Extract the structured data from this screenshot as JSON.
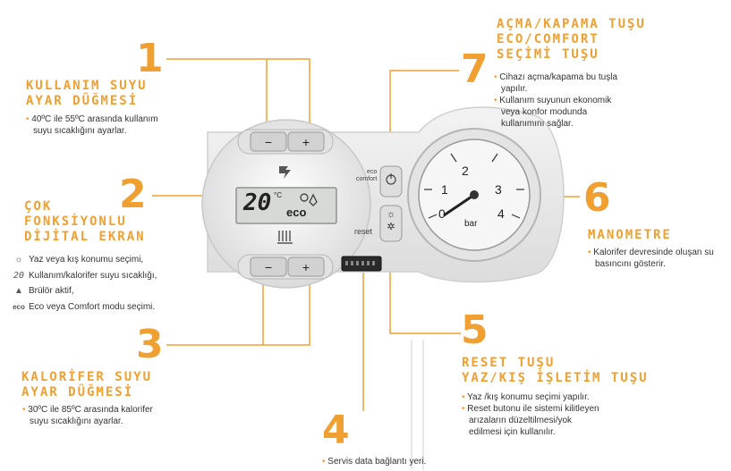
{
  "callouts": [
    {
      "number": "1",
      "title": [
        "KULLANIM SUYU",
        "AYAR DÜĞMESİ"
      ],
      "lines": [
        {
          "t": "40ºC ile 55ºC arasında kullanım",
          "b": true
        },
        {
          "t": "suyu sıcaklığını ayarlar.",
          "b": false
        }
      ]
    },
    {
      "number": "2",
      "title": [
        "ÇOK",
        "FONKSİYONLU",
        "DİJİTAL EKRAN"
      ],
      "lines": [
        {
          "icon": "☼",
          "t": "Yaz veya kış konumu seçimi,"
        },
        {
          "icon": "20",
          "t": "Kullanım/kalorifer suyu sıcaklığı,"
        },
        {
          "icon": "▲",
          "t": "Brülör aktif,"
        },
        {
          "icon": "eco",
          "t": "Eco veya Comfort modu seçimi."
        }
      ]
    },
    {
      "number": "3",
      "title": [
        "KALORİFER SUYU",
        "AYAR DÜĞMESİ"
      ],
      "lines": [
        {
          "t": "30ºC ile 85ºC arasında kalorifer",
          "b": true
        },
        {
          "t": "suyu sıcaklığını ayarlar.",
          "b": false
        }
      ]
    },
    {
      "number": "4",
      "lines": [
        {
          "t": "Servis data bağlantı yeri.",
          "b": true
        }
      ]
    },
    {
      "number": "5",
      "title": [
        "RESET TUŞU",
        "YAZ/KIŞ İŞLETİM TUŞU"
      ],
      "lines": [
        {
          "t": "Yaz /kış konumu seçimi yapılır.",
          "b": true
        },
        {
          "t": "Reset butonu ile sistemi kilitleyen",
          "b": true
        },
        {
          "t": "arızaların düzeltilmesi/yok",
          "b": false
        },
        {
          "t": "edilmesi için kullanılır.",
          "b": false
        }
      ]
    },
    {
      "number": "6",
      "title": [
        "MANOMETRE"
      ],
      "lines": [
        {
          "t": "Kalorifer devresinde oluşan su",
          "b": true
        },
        {
          "t": "basıncını gösterir.",
          "b": false
        }
      ]
    },
    {
      "number": "7",
      "title": [
        "AÇMA/KAPAMA TUŞU",
        "ECO/COMFORT",
        "SEÇİMİ TUŞU"
      ],
      "lines": [
        {
          "t": "Cihazı açma/kapama bu tuşla",
          "b": true
        },
        {
          "t": "yapılır.",
          "b": false
        },
        {
          "t": "Kullanım suyunun ekonomik",
          "b": true
        },
        {
          "t": "veya konfor modunda",
          "b": false
        },
        {
          "t": "kullanımını sağlar.",
          "b": false
        }
      ]
    }
  ],
  "panel": {
    "minus": "−",
    "plus": "+",
    "display_temp": "20",
    "display_unit": "°C",
    "display_eco": "eco",
    "eco_label": [
      "eco",
      "comfort"
    ],
    "reset_label": "reset",
    "gauge_numbers": [
      "0",
      "1",
      "2",
      "3",
      "4"
    ],
    "gauge_unit": "bar"
  },
  "colors": {
    "accent": "#f0a030",
    "panel": "#ececec",
    "lcd": "#d9dcd8"
  }
}
